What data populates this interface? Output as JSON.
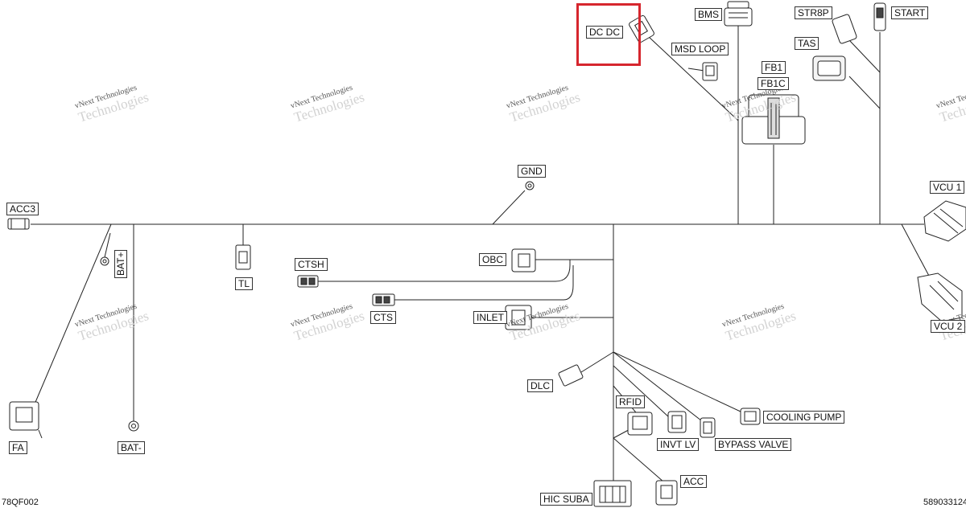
{
  "labels": {
    "dcdc": "DC DC",
    "bms": "BMS",
    "str8p": "STR8P",
    "start": "START",
    "tas": "TAS",
    "msd_loop": "MSD LOOP",
    "fb1": "FB1",
    "fb1c": "FB1C",
    "gnd": "GND",
    "acc3": "ACC3",
    "vcu1": "VCU 1",
    "vcu2": "VCU 2",
    "batplus": "BAT+",
    "tl": "TL",
    "ctsh": "CTSH",
    "obc": "OBC",
    "cts": "CTS",
    "inlet": "INLET",
    "dlc": "DLC",
    "rfid": "RFID",
    "cooling_pump": "COOLING PUMP",
    "invt_lv": "INVT LV",
    "bypass_valve": "BYPASS VALVE",
    "acc": "ACC",
    "hic_suba": "HIC  SUBA",
    "fa": "FA",
    "batminus": "BAT-"
  },
  "footer": {
    "left_code": "78QF002",
    "right_code": "589033124"
  },
  "watermark": {
    "line1": "vNext Technologies",
    "line2": "Technologies"
  },
  "highlight_color": "#d6262e"
}
